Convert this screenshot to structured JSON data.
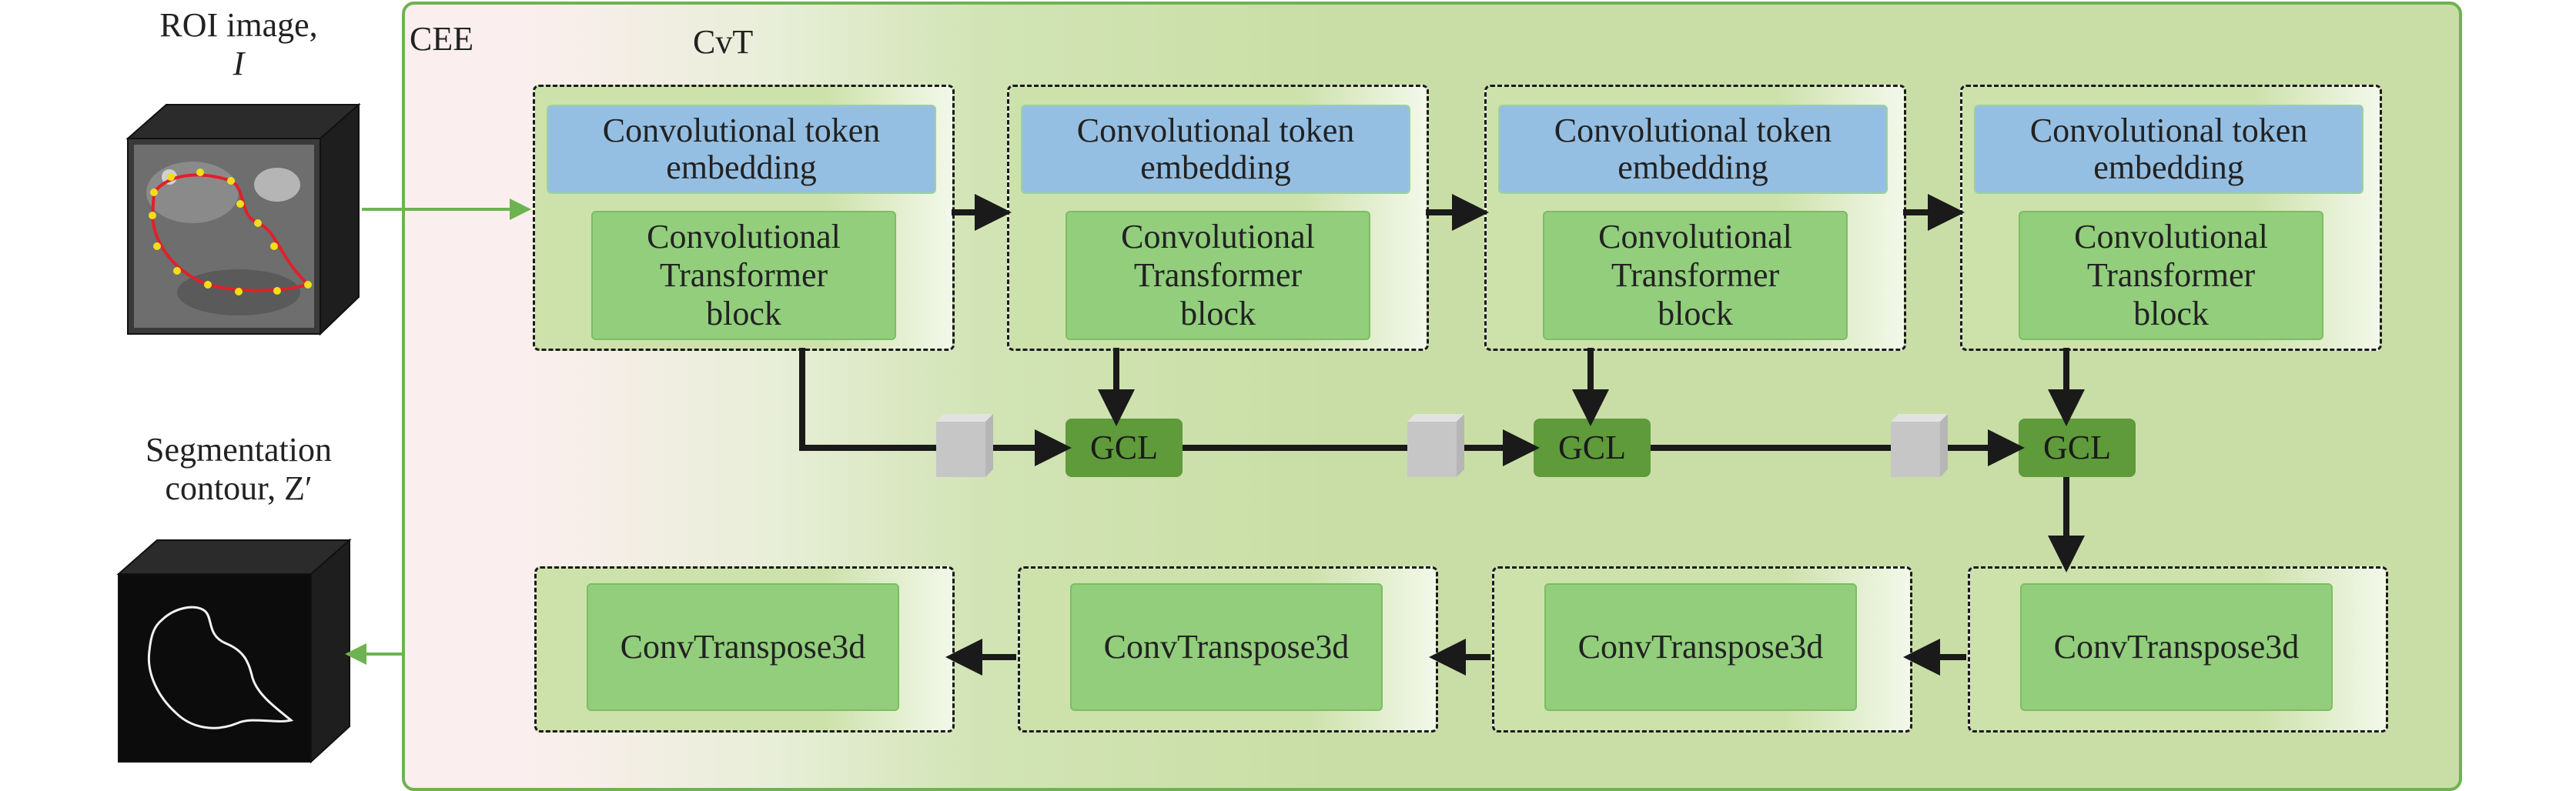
{
  "input": {
    "label_line1": "ROI image,",
    "label_line2": "I"
  },
  "output": {
    "label_line1": "Segmentation",
    "label_line2": "contour, Z′"
  },
  "panel": {
    "cee_label": "CEE",
    "cvt_label": "CvT"
  },
  "encoder_stages": [
    {
      "embedding_line1": "Convolutional token",
      "embedding_line2": "embedding",
      "block_line1": "Convolutional",
      "block_line2": "Transformer",
      "block_line3": "block"
    },
    {
      "embedding_line1": "Convolutional token",
      "embedding_line2": "embedding",
      "block_line1": "Convolutional",
      "block_line2": "Transformer",
      "block_line3": "block"
    },
    {
      "embedding_line1": "Convolutional token",
      "embedding_line2": "embedding",
      "block_line1": "Convolutional",
      "block_line2": "Transformer",
      "block_line3": "block"
    },
    {
      "embedding_line1": "Convolutional token",
      "embedding_line2": "embedding",
      "block_line1": "Convolutional",
      "block_line2": "Transformer",
      "block_line3": "block"
    }
  ],
  "gcl_nodes": [
    "GCL",
    "GCL",
    "GCL"
  ],
  "decoder_stages": [
    "ConvTranspose3d",
    "ConvTranspose3d",
    "ConvTranspose3d",
    "ConvTranspose3d"
  ],
  "colors": {
    "panel_border": "#6db351",
    "embedding_fill": "#95bfe2",
    "block_fill": "#92ce7c",
    "gcl_fill": "#5f9a3b",
    "input_arrow": "#6db351"
  }
}
